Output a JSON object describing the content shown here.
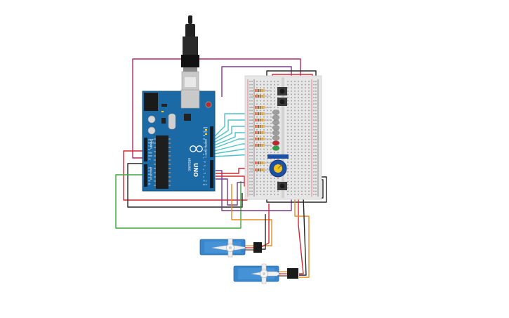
{
  "board": {
    "logo_text": "ARDUINO",
    "model_text": "UNO",
    "header_digital": "DIGITAL (PWM~)",
    "header_analog": "ANALOG IN",
    "header_power": "POWER",
    "pin_labels_digital": [
      "AREF",
      "GND",
      "13",
      "12",
      "~11",
      "~10",
      "~9",
      "8",
      "7",
      "~6",
      "~5",
      "4",
      "~3",
      "2",
      "TX 1",
      "RX 0"
    ],
    "pin_labels_power": [
      "IOREF",
      "RESET",
      "3.3V",
      "5V",
      "GND",
      "GND",
      "Vin"
    ],
    "pin_labels_analog": [
      "A0",
      "A1",
      "A2",
      "A3",
      "A4",
      "A5"
    ]
  },
  "colors": {
    "board": "#1b6aa6",
    "board_dark": "#12507e",
    "breadboard": "#e6e6e6",
    "wire_red": "#d5262f",
    "wire_black": "#262626",
    "wire_magenta": "#b0286d",
    "wire_purple": "#7a3a8c",
    "wire_cyan": "#4cc3c9",
    "wire_green": "#3aa83a",
    "wire_orange": "#e58a1f",
    "servo": "#3a86cc",
    "led_gray": "#9e9e9e",
    "led_red": "#c0272d",
    "led_green": "#2ea043",
    "pot": "#1e4fa0"
  },
  "icons": {
    "usb": "usb-cable-icon",
    "servo_top": "servo-motor-icon",
    "servo_bottom": "servo-motor-icon",
    "potentiometer": "potentiometer-icon",
    "pushbutton": "pushbutton-icon",
    "led": "led-icon",
    "resistor": "resistor-icon"
  },
  "components": {
    "led_colors": [
      "gray",
      "gray",
      "gray",
      "gray",
      "gray",
      "gray",
      "red",
      "green"
    ],
    "pushbutton_count": 3,
    "servo_count": 2,
    "resistor_count": 11
  }
}
